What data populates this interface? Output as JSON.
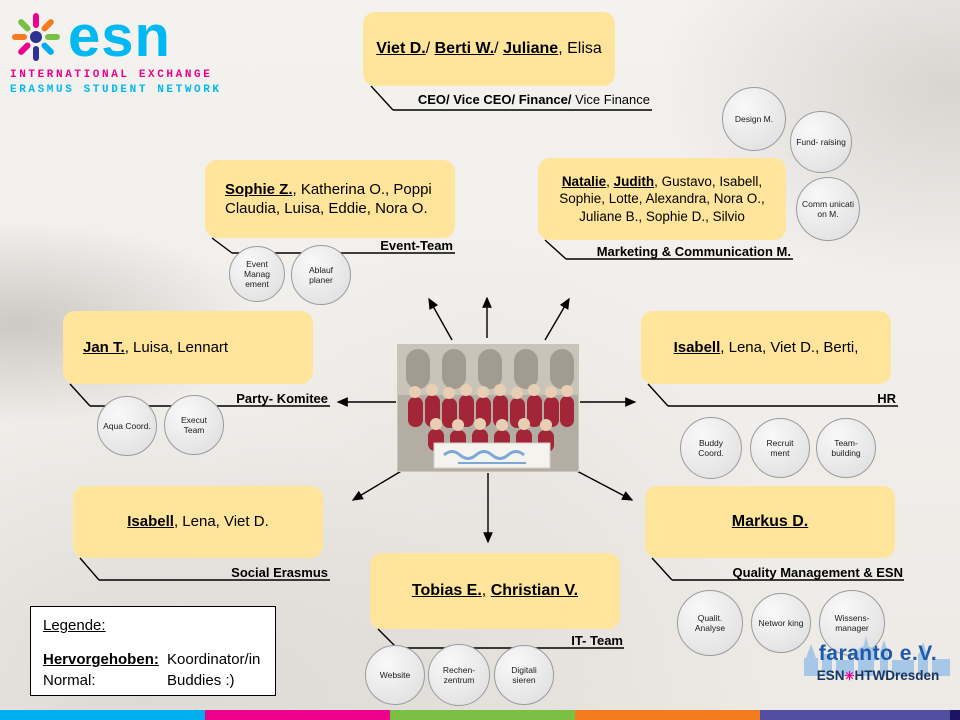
{
  "logo": {
    "wordmark": "esn",
    "tagline1": "INTERNATIONAL EXCHANGE",
    "tagline2": "ERASMUS STUDENT NETWORK",
    "cyan": "#00b9f2",
    "magenta": "#ec008c"
  },
  "board": {
    "members": [
      {
        "t": "Viet D.",
        "hl": true
      },
      {
        "t": "/ "
      },
      {
        "t": "Berti W.",
        "hl": true
      },
      {
        "t": "/ "
      },
      {
        "t": "Juliane",
        "hl": true
      },
      {
        "t": ", Elisa"
      }
    ],
    "label_bold": "CEO/ Vice CEO/ Finance/",
    "label_normal": " Vice Finance"
  },
  "event_team": {
    "label": "Event-Team",
    "members": [
      {
        "t": "Sophie Z.",
        "hl": true
      },
      {
        "t": ", Katherina O., Poppi Claudia, Luisa, Eddie, Nora O."
      }
    ],
    "circles": [
      "Event Manag ement",
      "Ablauf planer"
    ]
  },
  "marketing": {
    "label": "Marketing & Communication M.",
    "members": [
      {
        "t": "Natalie",
        "hl": true
      },
      {
        "t": ", "
      },
      {
        "t": "Judith",
        "hl": true
      },
      {
        "t": ", Gustavo, Isabell, Sophie, Lotte, Alexandra, Nora O., Juliane B., Sophie D., Silvio"
      }
    ],
    "circles": [
      "Design M.",
      "Fund- raising",
      "Comm unicati on M."
    ]
  },
  "party": {
    "label": "Party- Komitee",
    "members": [
      {
        "t": "Jan T.",
        "hl": true
      },
      {
        "t": ", Luisa, Lennart"
      }
    ],
    "circles": [
      "Aqua Coord.",
      "Execut Team"
    ]
  },
  "hr": {
    "label": "HR",
    "members": [
      {
        "t": "Isabell",
        "hl": true
      },
      {
        "t": ", Lena, Viet D., Berti,"
      }
    ],
    "circles": [
      "Buddy Coord.",
      "Recruit ment",
      "Team- building"
    ]
  },
  "social": {
    "label": "Social Erasmus",
    "members": [
      {
        "t": "Isabell",
        "hl": true
      },
      {
        "t": ", Lena, Viet D."
      }
    ]
  },
  "quality": {
    "label": "Quality Management & ESN",
    "members": [
      {
        "t": "Markus D.",
        "hl": true
      }
    ],
    "circles": [
      "Qualit. Analyse",
      "Networ king",
      "Wissens- manager"
    ]
  },
  "it": {
    "label": "IT- Team",
    "members": [
      {
        "t": "Tobias E.",
        "hl": true
      },
      {
        "t": ", "
      },
      {
        "t": "Christian V.",
        "hl": true
      }
    ],
    "circles": [
      "Website",
      "Rechen- zentrum",
      "Digitali sieren"
    ]
  },
  "legend": {
    "title": "Legende:",
    "row1_key": "Hervorgehoben:",
    "row1_value": "Koordinator/in",
    "row2_key": "Normal:",
    "row2_value": "Buddies :)"
  },
  "faranto": {
    "name": "faranto e.V.",
    "sub_prefix": "ESN",
    "sub_star": "✳",
    "sub_suffix": "HTWDresden"
  },
  "footer_colors": [
    "#00aeef",
    "#ec008c",
    "#7ac143",
    "#f47b20",
    "#524fa1",
    "#1b1464"
  ]
}
